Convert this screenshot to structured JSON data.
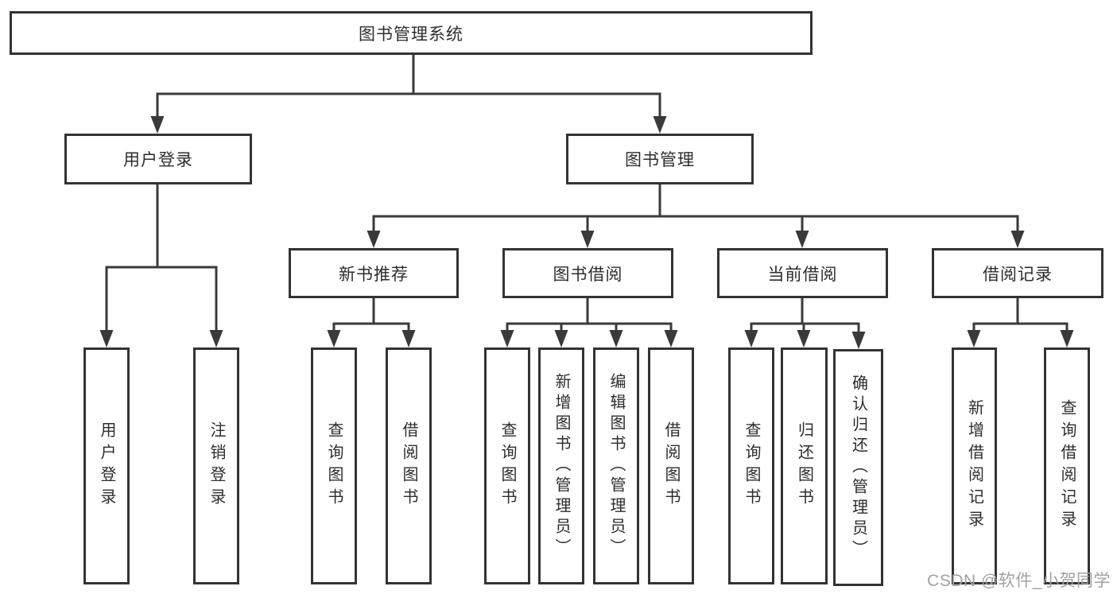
{
  "colors": {
    "line": "#3a3a3a",
    "box_border": "#333333",
    "text": "#2d2d2d",
    "watermark": "#a2a2a2",
    "background": "#ffffff"
  },
  "tree": {
    "root": "图书管理系统",
    "branches": [
      {
        "label": "用户登录",
        "children": [
          "用户登录",
          "注销登录"
        ]
      },
      {
        "label": "图书管理",
        "children": [
          {
            "label": "新书推荐",
            "children": [
              "查询图书",
              "借阅图书"
            ]
          },
          {
            "label": "图书借阅",
            "children": [
              "查询图书",
              "新增图书（管理员）",
              "编辑图书（管理员）",
              "借阅图书"
            ]
          },
          {
            "label": "当前借阅",
            "children": [
              "查询图书",
              "归还图书",
              "确认归还（管理员）"
            ]
          },
          {
            "label": "借阅记录",
            "children": [
              "新增借阅记录",
              "查询借阅记录"
            ]
          }
        ]
      }
    ]
  },
  "watermark": "CSDN @软件_小贺同学"
}
